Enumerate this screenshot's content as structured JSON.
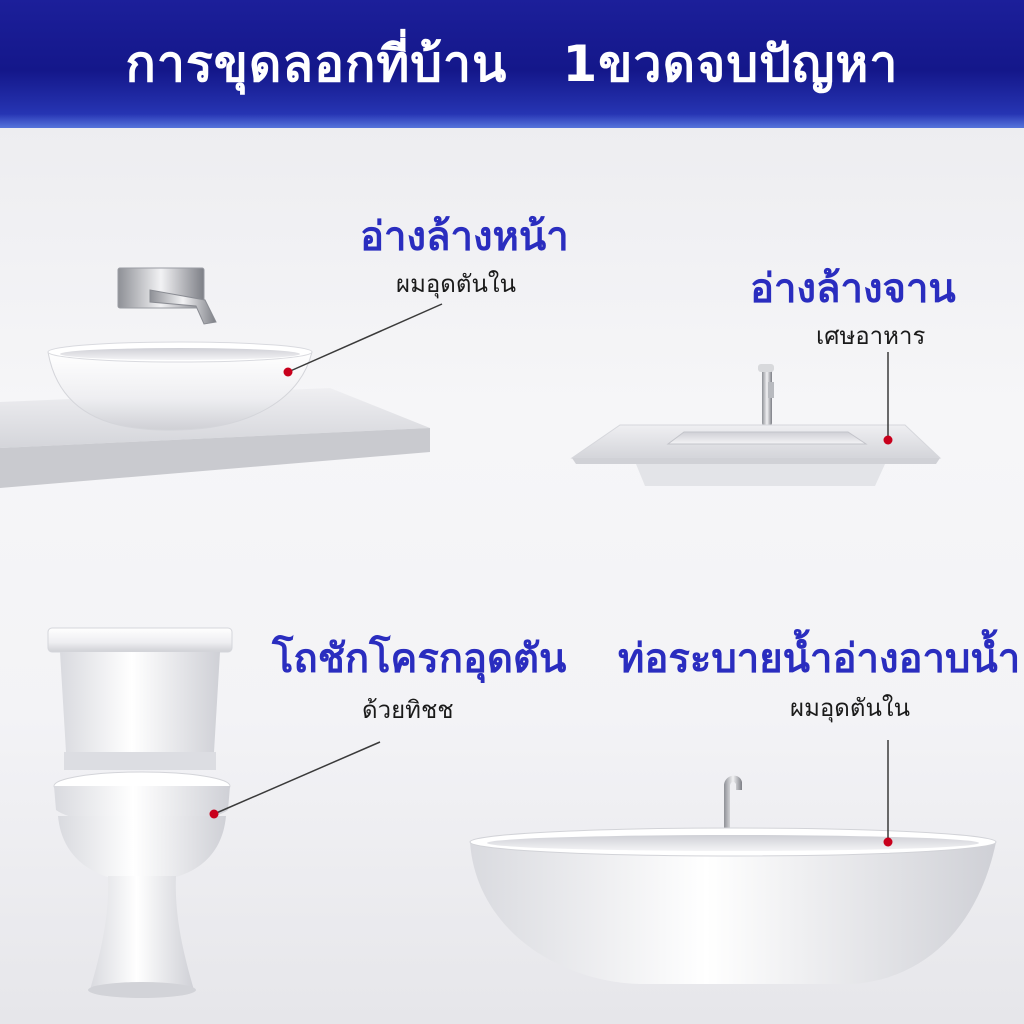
{
  "banner": {
    "title": "การขุดลอกที่บ้าน   1ขวดจบปัญหา"
  },
  "fixtures": {
    "wash_basin": {
      "heading": "อ่างล้างหน้า",
      "note": "ผมอุดตันใน"
    },
    "kitchen_sink": {
      "heading": "อ่างล้างจาน",
      "note": "เศษอาหาร"
    },
    "toilet": {
      "heading": "โถชักโครกอุดตัน",
      "note": "ด้วยทิชช"
    },
    "bathtub": {
      "heading": "ท่อระบายน้ำอ่างอาบน้ำ",
      "note": "ผมอุดตันใน"
    }
  },
  "colors": {
    "banner_blue": "#14178a",
    "heading_blue": "#2a2dbf",
    "marker_red": "#c8001c"
  }
}
